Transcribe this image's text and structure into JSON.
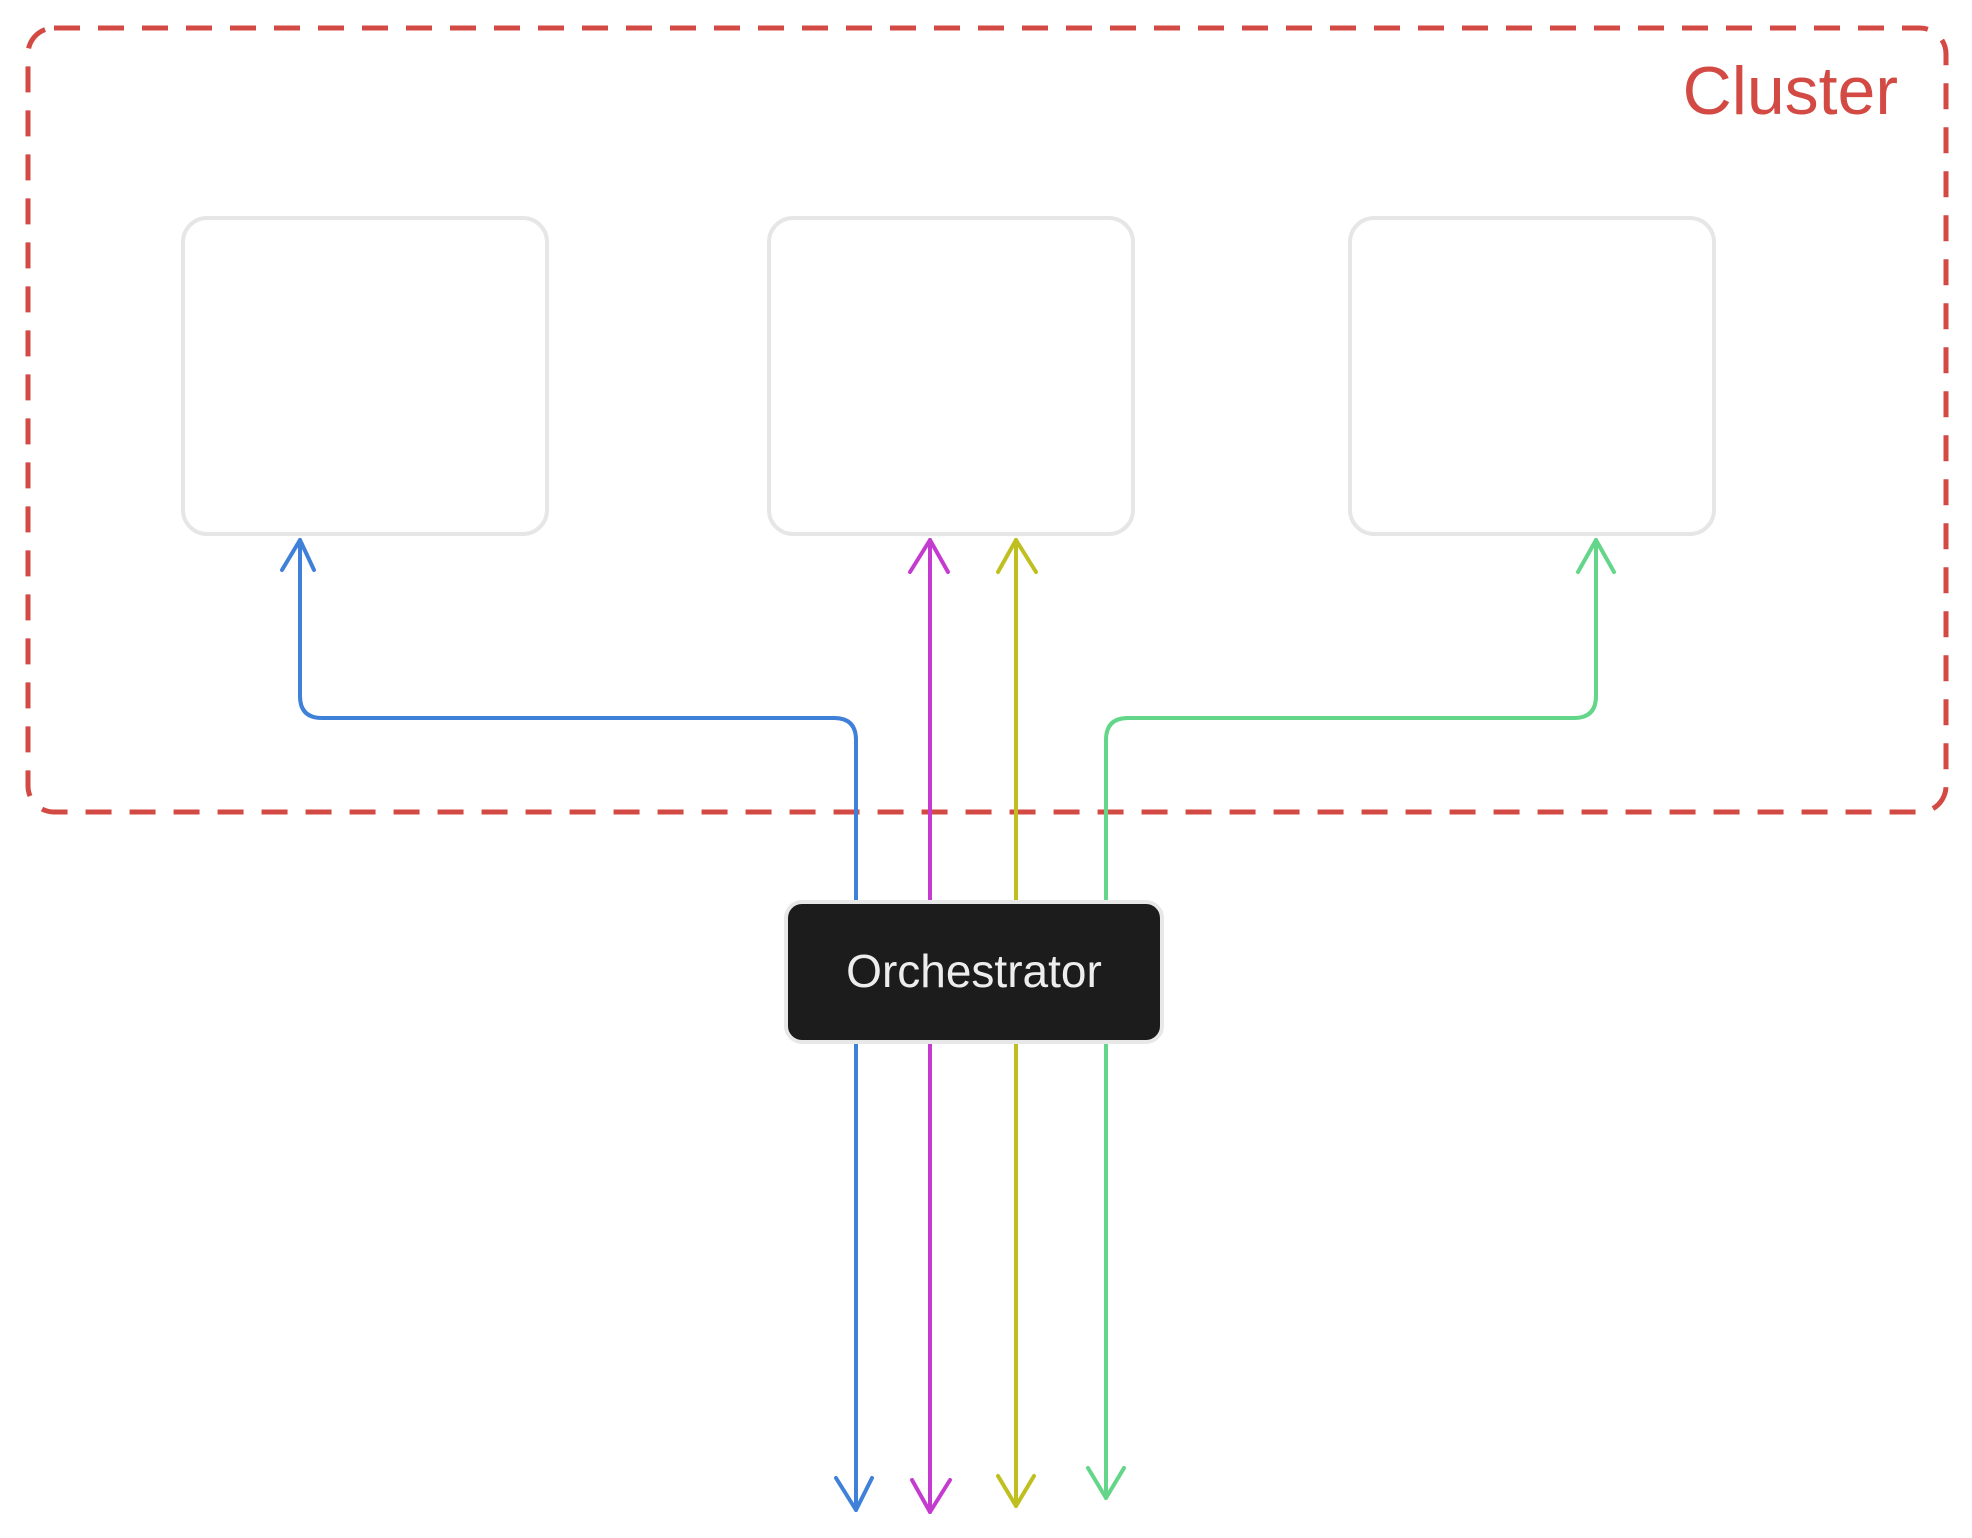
{
  "cluster": {
    "label": "Cluster",
    "color": "#d24a43"
  },
  "nodes": [
    {
      "name": "cluster-node-left",
      "stroke": "#e6e6e6"
    },
    {
      "name": "cluster-node-center",
      "stroke": "#e6e6e6"
    },
    {
      "name": "cluster-node-right",
      "stroke": "#e6e6e6"
    }
  ],
  "orchestrator": {
    "label": "Orchestrator",
    "fill": "#1c1c1c",
    "text_color": "#ededed"
  },
  "connections": [
    {
      "name": "blue-connection",
      "color": "#3f80d9",
      "target": "cluster-node-left"
    },
    {
      "name": "magenta-connection",
      "color": "#c43ccf",
      "target": "cluster-node-center"
    },
    {
      "name": "olive-connection",
      "color": "#bfbf1f",
      "target": "cluster-node-center"
    },
    {
      "name": "green-connection",
      "color": "#63d689",
      "target": "cluster-node-right"
    }
  ]
}
